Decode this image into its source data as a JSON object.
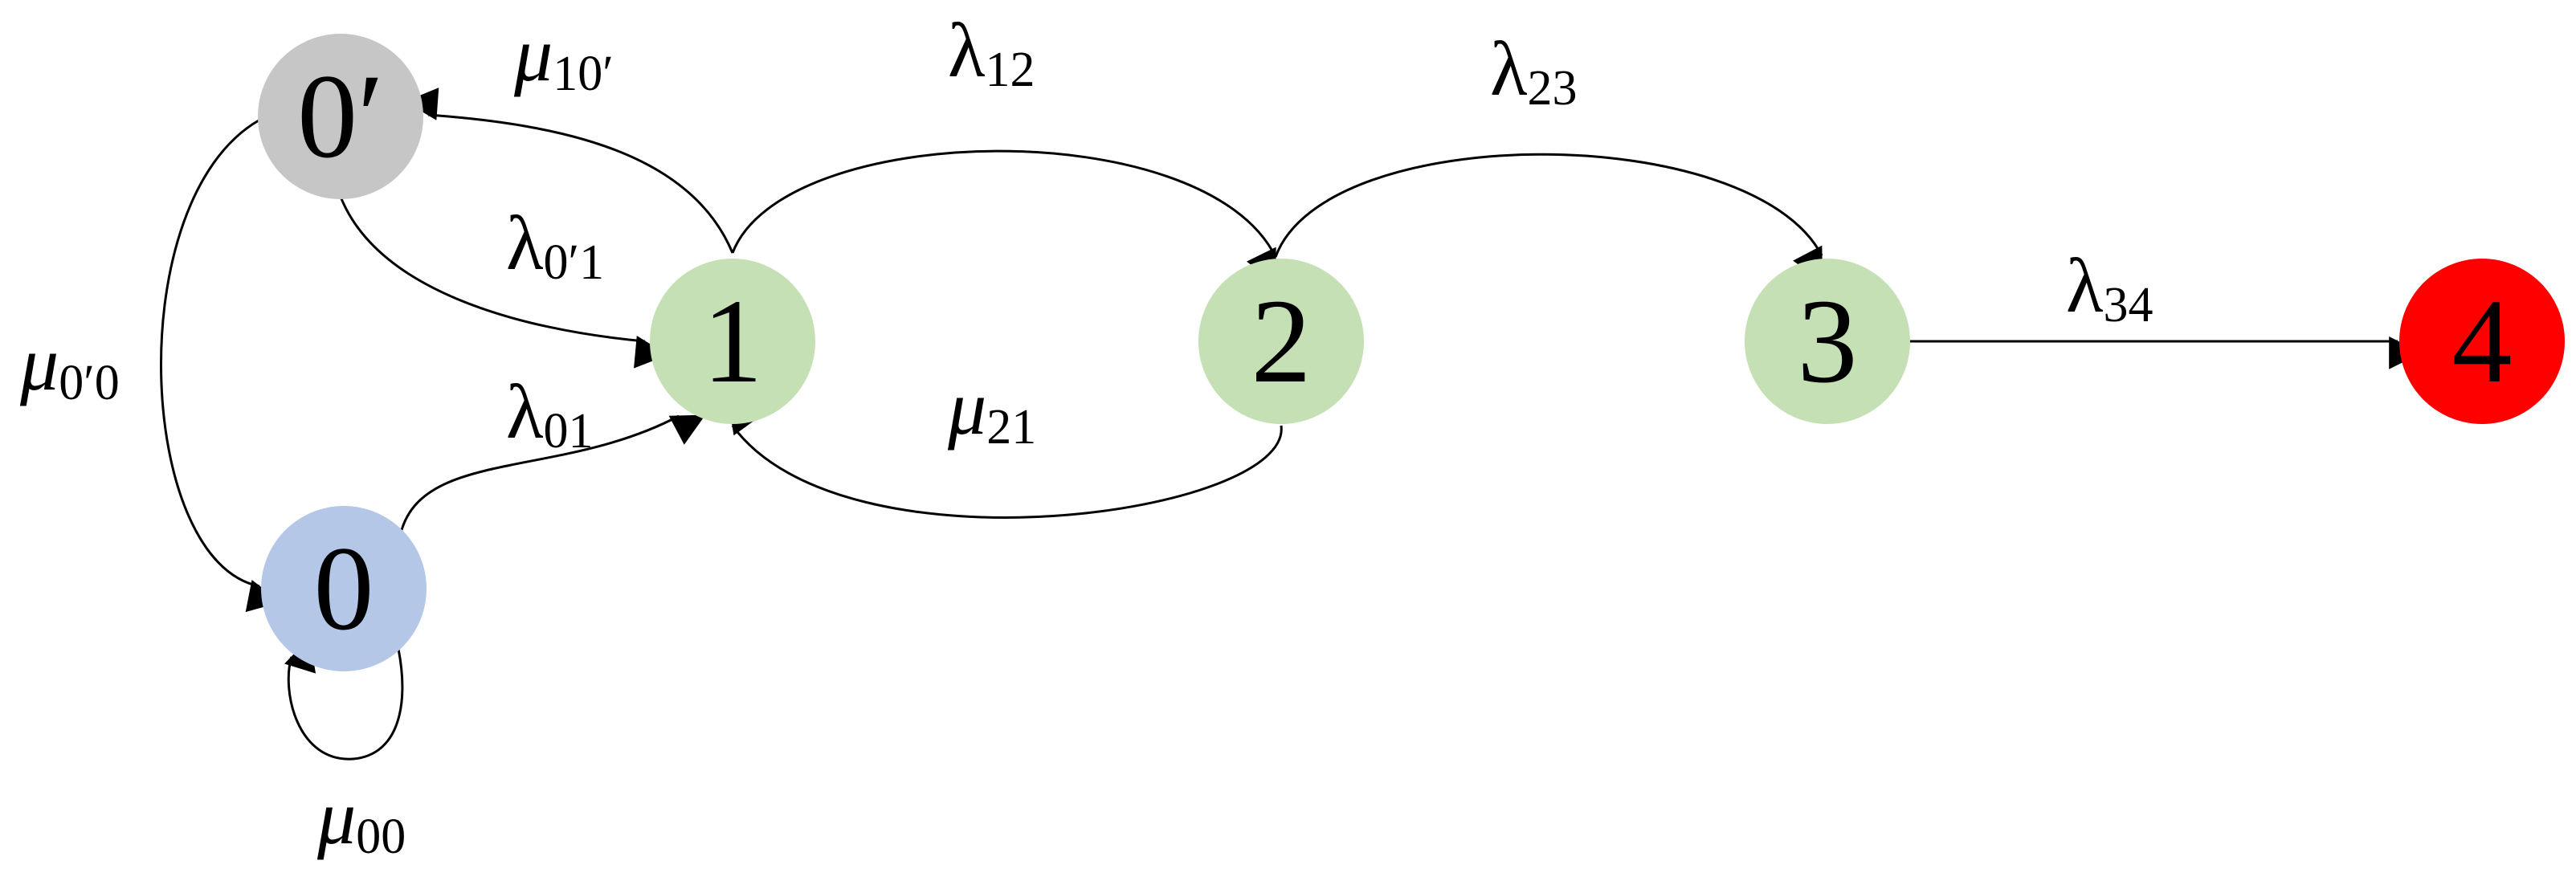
{
  "nodes": [
    {
      "id": "0prime",
      "label": "0′",
      "color": "#c6c6c6"
    },
    {
      "id": "0",
      "label": "0",
      "color": "#b4c7e7"
    },
    {
      "id": "1",
      "label": "1",
      "color": "#c5e0b4"
    },
    {
      "id": "2",
      "label": "2",
      "color": "#c5e0b4"
    },
    {
      "id": "3",
      "label": "3",
      "color": "#c5e0b4"
    },
    {
      "id": "4",
      "label": "4",
      "color": "#ff0000"
    }
  ],
  "edges": [
    {
      "id": "mu10p",
      "from": "1",
      "to": "0′",
      "symbol": "μ",
      "sub": "10′"
    },
    {
      "id": "l0p1",
      "from": "0′",
      "to": "1",
      "symbol": "λ",
      "sub": "0′1"
    },
    {
      "id": "mu0p0",
      "from": "0′",
      "to": "0",
      "symbol": "μ",
      "sub": "0′0"
    },
    {
      "id": "l01",
      "from": "0",
      "to": "1",
      "symbol": "λ",
      "sub": "01"
    },
    {
      "id": "mu00",
      "from": "0",
      "to": "0",
      "symbol": "μ",
      "sub": "00"
    },
    {
      "id": "l12",
      "from": "1",
      "to": "2",
      "symbol": "λ",
      "sub": "12"
    },
    {
      "id": "mu21",
      "from": "2",
      "to": "1",
      "symbol": "μ",
      "sub": "21"
    },
    {
      "id": "l23",
      "from": "2",
      "to": "3",
      "symbol": "λ",
      "sub": "23"
    },
    {
      "id": "l34",
      "from": "3",
      "to": "4",
      "symbol": "λ",
      "sub": "34"
    }
  ]
}
